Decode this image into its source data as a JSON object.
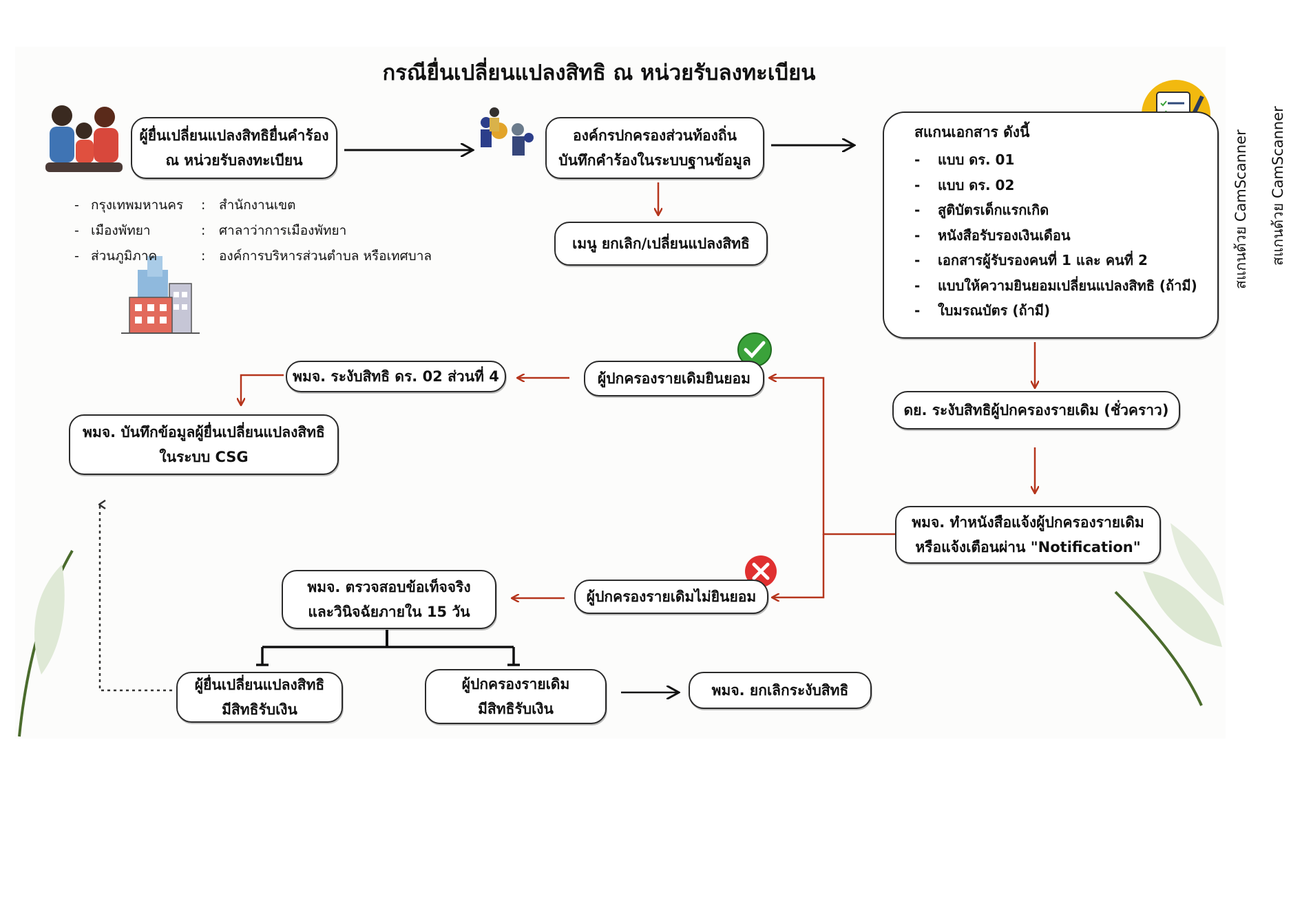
{
  "title": "กรณียื่นเปลี่ยนแปลงสิทธิ ณ หน่วยรับลงทะเบียน",
  "watermark": {
    "text_1": "สแกนด้วย CamScanner",
    "text_2": "สแกนด้วย CamScanner"
  },
  "colors": {
    "arrow_red": "#b5351c",
    "border": "#2a2a2a",
    "check_green": "#3aa23a",
    "cross_red": "#e03030",
    "doc_badge": "#f2b90f"
  },
  "applicant": {
    "line_1": "ผู้ยื่นเปลี่ยนแปลงสิทธิยื่นคำร้อง",
    "line_2": "ณ หน่วยรับลงทะเบียน"
  },
  "locations": [
    {
      "area": "กรุงเทพมหานคร",
      "office": "สำนักงานเขต"
    },
    {
      "area": "เมืองพัทยา",
      "office": "ศาลาว่าการเมืองพัทยา"
    },
    {
      "area": "ส่วนภูมิภาค",
      "office": "องค์การบริหารส่วนตำบล หรือเทศบาล"
    }
  ],
  "local_gov": {
    "line_1": "องค์กรปกครองส่วนท้องถิ่น",
    "line_2": "บันทึกคำร้องในระบบฐานข้อมูล"
  },
  "menu": {
    "label": "เมนู ยกเลิก/เปลี่ยนแปลงสิทธิ"
  },
  "documents": {
    "heading": "สแกนเอกสาร ดังนี้",
    "items": [
      "แบบ ดร. 01",
      "แบบ ดร. 02",
      "สูติบัตรเด็กแรกเกิด",
      "หนังสือรับรองเงินเดือน",
      "เอกสารผู้รับรองคนที่ 1 และ คนที่ 2",
      "แบบให้ความยินยอมเปลี่ยนแปลงสิทธิ (ถ้ามี)",
      "ใบมรณบัตร (ถ้ามี)"
    ]
  },
  "dy_suspend": {
    "label": "ดย. ระงับสิทธิผู้ปกครองรายเดิม (ชั่วคราว)"
  },
  "notify": {
    "line_1": "พมจ. ทำหนังสือแจ้งผู้ปกครองรายเดิม",
    "line_2": "หรือแจ้งเตือนผ่าน \"Notification\""
  },
  "consent": {
    "label": "ผู้ปกครองรายเดิมยินยอม"
  },
  "suspend_part4": {
    "label": "พมจ. ระงับสิทธิ ดร. 02 ส่วนที่ 4"
  },
  "record_csg": {
    "line_1": "พมจ. บันทึกข้อมูลผู้ยื่นเปลี่ยนแปลงสิทธิ",
    "line_2": "ในระบบ CSG"
  },
  "no_consent": {
    "label": "ผู้ปกครองรายเดิมไม่ยินยอม"
  },
  "investigate": {
    "line_1": "พมจ. ตรวจสอบข้อเท็จจริง",
    "line_2": "และวินิจฉัยภายใน 15 วัน"
  },
  "applicant_entitled": {
    "line_1": "ผู้ยื่นเปลี่ยนแปลงสิทธิ",
    "line_2": "มีสิทธิรับเงิน"
  },
  "original_entitled": {
    "line_1": "ผู้ปกครองรายเดิม",
    "line_2": "มีสิทธิรับเงิน"
  },
  "cancel_suspend": {
    "label": "พมจ. ยกเลิกระงับสิทธิ"
  }
}
